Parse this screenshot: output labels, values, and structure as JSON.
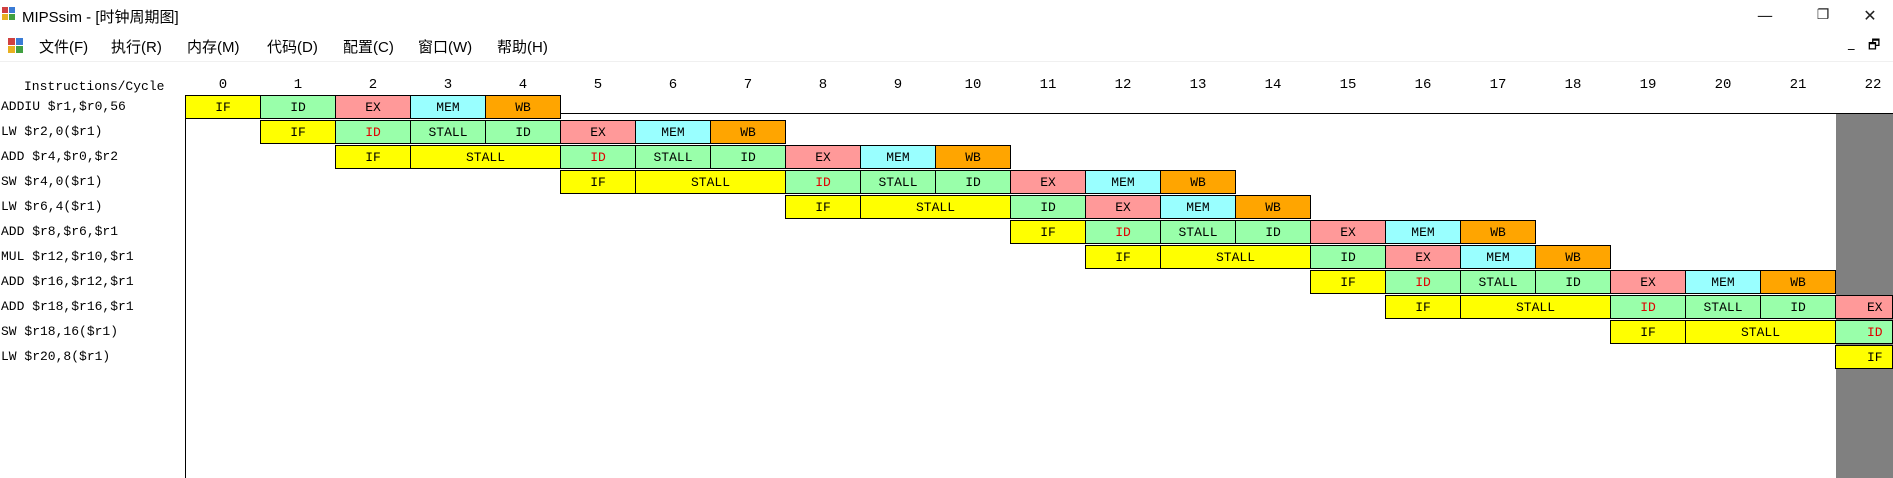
{
  "window": {
    "title": "MIPSsim - [时钟周期图]",
    "minimize_glyph": "—",
    "maximize_glyph": "❐",
    "close_glyph": "✕"
  },
  "menu": {
    "items": [
      "文件(F)",
      "执行(R)",
      "内存(M)",
      "代码(D)",
      "配置(C)",
      "窗口(W)",
      "帮助(H)"
    ],
    "mdi_minimize": "_",
    "mdi_restore": "🗗"
  },
  "icons": {
    "app": "app-icon",
    "menu": "menu-icon"
  },
  "colors": {
    "IF": "#ffff00",
    "ID": "#99ffaa",
    "EX": "#ff9999",
    "MEM": "#99ffff",
    "WB": "#ffa500",
    "stall_fetch": "#ffff00",
    "stall_decode": "#99ffaa",
    "data_hazard_text": "#e00000",
    "current_cycle_column": "#808080"
  },
  "diagram": {
    "header_label": "Instructions/Cycle",
    "cycles": [
      "0",
      "1",
      "2",
      "3",
      "4",
      "5",
      "6",
      "7",
      "8",
      "9",
      "10",
      "11",
      "12",
      "13",
      "14",
      "15",
      "16",
      "17",
      "18",
      "19",
      "20",
      "21",
      "22"
    ],
    "current_cycle": 22,
    "instructions": [
      {
        "text": "ADDIU $r1,$r0,56",
        "stages": [
          {
            "label": "IF",
            "start": 0,
            "span": 1
          },
          {
            "label": "ID",
            "start": 1,
            "span": 1
          },
          {
            "label": "EX",
            "start": 2,
            "span": 1
          },
          {
            "label": "MEM",
            "start": 3,
            "span": 1
          },
          {
            "label": "WB",
            "start": 4,
            "span": 1
          }
        ]
      },
      {
        "text": "LW $r2,0($r1)",
        "stages": [
          {
            "label": "IF",
            "start": 1,
            "span": 1
          },
          {
            "label": "ID",
            "start": 2,
            "span": 1,
            "hazard": true
          },
          {
            "label": "STALL",
            "start": 3,
            "span": 1,
            "kind": "ID"
          },
          {
            "label": "ID",
            "start": 4,
            "span": 1
          },
          {
            "label": "EX",
            "start": 5,
            "span": 1
          },
          {
            "label": "MEM",
            "start": 6,
            "span": 1
          },
          {
            "label": "WB",
            "start": 7,
            "span": 1
          }
        ]
      },
      {
        "text": "ADD $r4,$r0,$r2",
        "stages": [
          {
            "label": "IF",
            "start": 2,
            "span": 1
          },
          {
            "label": "STALL",
            "start": 3,
            "span": 2,
            "kind": "IF"
          },
          {
            "label": "ID",
            "start": 5,
            "span": 1,
            "hazard": true
          },
          {
            "label": "STALL",
            "start": 6,
            "span": 1,
            "kind": "ID"
          },
          {
            "label": "ID",
            "start": 7,
            "span": 1
          },
          {
            "label": "EX",
            "start": 8,
            "span": 1
          },
          {
            "label": "MEM",
            "start": 9,
            "span": 1
          },
          {
            "label": "WB",
            "start": 10,
            "span": 1
          }
        ]
      },
      {
        "text": "SW $r4,0($r1)",
        "stages": [
          {
            "label": "IF",
            "start": 5,
            "span": 1
          },
          {
            "label": "STALL",
            "start": 6,
            "span": 2,
            "kind": "IF"
          },
          {
            "label": "ID",
            "start": 8,
            "span": 1,
            "hazard": true
          },
          {
            "label": "STALL",
            "start": 9,
            "span": 1,
            "kind": "ID"
          },
          {
            "label": "ID",
            "start": 10,
            "span": 1
          },
          {
            "label": "EX",
            "start": 11,
            "span": 1
          },
          {
            "label": "MEM",
            "start": 12,
            "span": 1
          },
          {
            "label": "WB",
            "start": 13,
            "span": 1
          }
        ]
      },
      {
        "text": "LW $r6,4($r1)",
        "stages": [
          {
            "label": "IF",
            "start": 8,
            "span": 1
          },
          {
            "label": "STALL",
            "start": 9,
            "span": 2,
            "kind": "IF"
          },
          {
            "label": "ID",
            "start": 11,
            "span": 1
          },
          {
            "label": "EX",
            "start": 12,
            "span": 1
          },
          {
            "label": "MEM",
            "start": 13,
            "span": 1
          },
          {
            "label": "WB",
            "start": 14,
            "span": 1
          }
        ]
      },
      {
        "text": "ADD $r8,$r6,$r1",
        "stages": [
          {
            "label": "IF",
            "start": 11,
            "span": 1
          },
          {
            "label": "ID",
            "start": 12,
            "span": 1,
            "hazard": true
          },
          {
            "label": "STALL",
            "start": 13,
            "span": 1,
            "kind": "ID"
          },
          {
            "label": "ID",
            "start": 14,
            "span": 1
          },
          {
            "label": "EX",
            "start": 15,
            "span": 1
          },
          {
            "label": "MEM",
            "start": 16,
            "span": 1
          },
          {
            "label": "WB",
            "start": 17,
            "span": 1
          }
        ]
      },
      {
        "text": "MUL $r12,$r10,$r1",
        "stages": [
          {
            "label": "IF",
            "start": 12,
            "span": 1
          },
          {
            "label": "STALL",
            "start": 13,
            "span": 2,
            "kind": "IF"
          },
          {
            "label": "ID",
            "start": 15,
            "span": 1
          },
          {
            "label": "EX",
            "start": 16,
            "span": 1
          },
          {
            "label": "MEM",
            "start": 17,
            "span": 1
          },
          {
            "label": "WB",
            "start": 18,
            "span": 1
          }
        ]
      },
      {
        "text": "ADD $r16,$r12,$r1",
        "stages": [
          {
            "label": "IF",
            "start": 15,
            "span": 1
          },
          {
            "label": "ID",
            "start": 16,
            "span": 1,
            "hazard": true
          },
          {
            "label": "STALL",
            "start": 17,
            "span": 1,
            "kind": "ID"
          },
          {
            "label": "ID",
            "start": 18,
            "span": 1
          },
          {
            "label": "EX",
            "start": 19,
            "span": 1
          },
          {
            "label": "MEM",
            "start": 20,
            "span": 1
          },
          {
            "label": "WB",
            "start": 21,
            "span": 1
          }
        ]
      },
      {
        "text": "ADD $r18,$r16,$r1",
        "stages": [
          {
            "label": "IF",
            "start": 16,
            "span": 1
          },
          {
            "label": "STALL",
            "start": 17,
            "span": 2,
            "kind": "IF"
          },
          {
            "label": "ID",
            "start": 19,
            "span": 1,
            "hazard": true
          },
          {
            "label": "STALL",
            "start": 20,
            "span": 1,
            "kind": "ID"
          },
          {
            "label": "ID",
            "start": 21,
            "span": 1
          },
          {
            "label": "EX",
            "start": 22,
            "span": 1
          }
        ]
      },
      {
        "text": "SW $r18,16($r1)",
        "stages": [
          {
            "label": "IF",
            "start": 19,
            "span": 1
          },
          {
            "label": "STALL",
            "start": 20,
            "span": 2,
            "kind": "IF"
          },
          {
            "label": "ID",
            "start": 22,
            "span": 1,
            "hazard": true
          }
        ]
      },
      {
        "text": "LW $r20,8($r1)",
        "stages": [
          {
            "label": "IF",
            "start": 22,
            "span": 1
          }
        ]
      }
    ]
  }
}
